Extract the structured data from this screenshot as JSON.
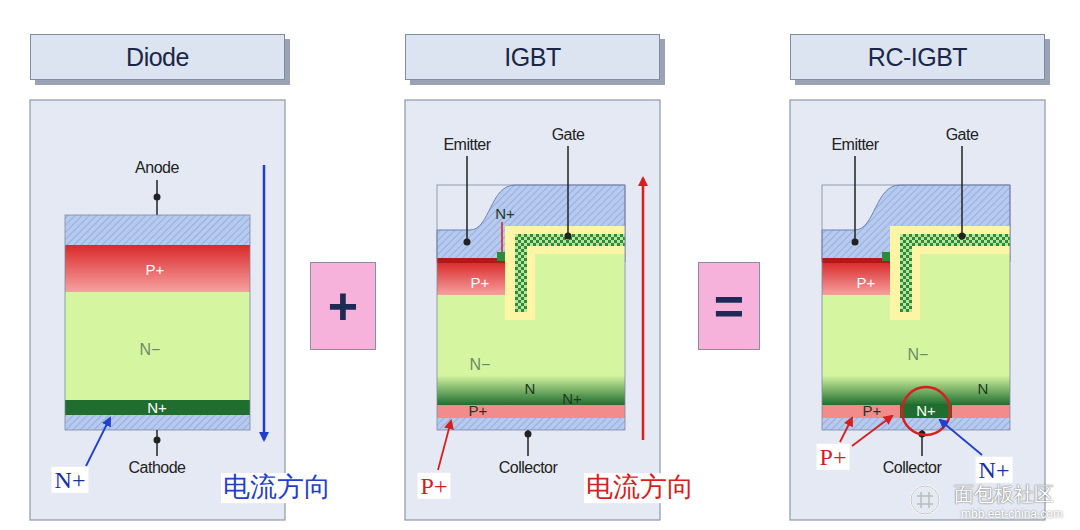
{
  "diagram": {
    "nodes": [
      {
        "text": [
          "Diode"
        ]
      },
      {
        "text": [
          "+"
        ]
      },
      {
        "text": [
          "IGBT"
        ]
      },
      {
        "text": [
          "="
        ]
      },
      {
        "text": [
          "RC-IGBT"
        ]
      }
    ],
    "labels": [
      "Anode",
      "P+",
      "N−",
      "N+",
      "Cathode",
      "N+",
      "电流方向",
      "Emitter",
      "Gate",
      "N+",
      "P+",
      "N−",
      "N",
      "N+",
      "P+",
      "Collector",
      "P+",
      "电流方向",
      "Emitter",
      "Gate",
      "P+",
      "N−",
      "N",
      "P+",
      "N+",
      "Collector",
      "P+",
      "N+",
      "面包板社区",
      "mbb.eet-china.com"
    ]
  }
}
